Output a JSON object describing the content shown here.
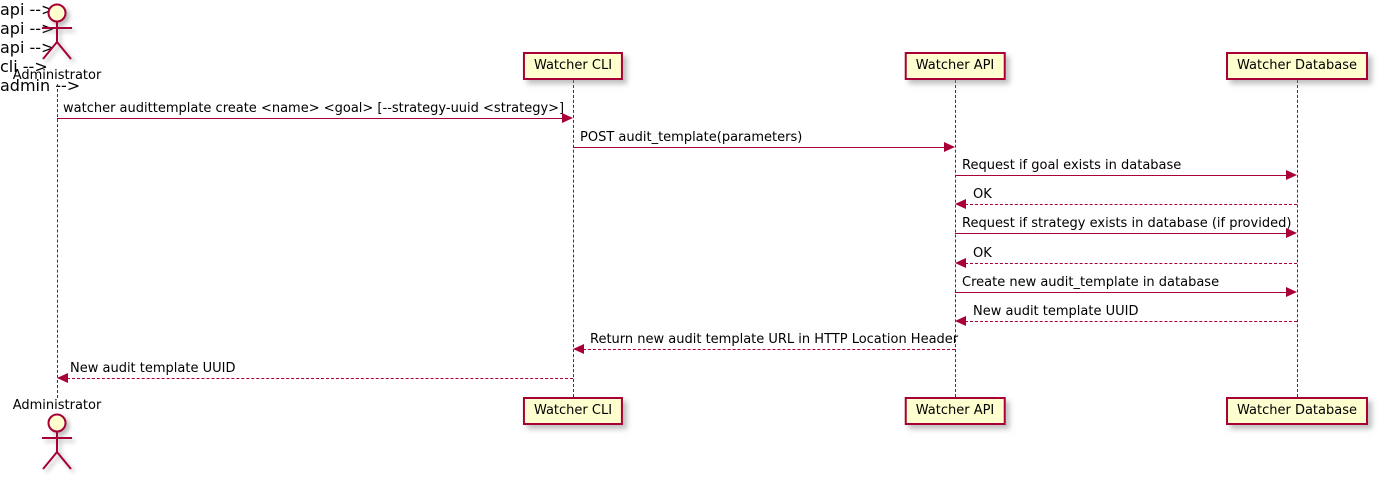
{
  "colors": {
    "line": "#A80036",
    "participant_fill": "#FEFECE",
    "text": "#000000"
  },
  "actor": {
    "label": "Administrator"
  },
  "participants": [
    {
      "label": "Watcher CLI"
    },
    {
      "label": "Watcher API"
    },
    {
      "label": "Watcher Database"
    }
  ],
  "messages": [
    {
      "label": "watcher audittemplate create <name> <goal> [--strategy-uuid <strategy>]",
      "from": "Administrator",
      "to": "Watcher CLI",
      "style": "solid"
    },
    {
      "label": "POST audit_template(parameters)",
      "from": "Watcher CLI",
      "to": "Watcher API",
      "style": "solid"
    },
    {
      "label": "Request if goal exists in database",
      "from": "Watcher API",
      "to": "Watcher Database",
      "style": "solid"
    },
    {
      "label": "OK",
      "from": "Watcher Database",
      "to": "Watcher API",
      "style": "dashed"
    },
    {
      "label": "Request if strategy exists in database (if provided)",
      "from": "Watcher API",
      "to": "Watcher Database",
      "style": "solid"
    },
    {
      "label": "OK",
      "from": "Watcher Database",
      "to": "Watcher API",
      "style": "dashed"
    },
    {
      "label": "Create new audit_template in database",
      "from": "Watcher API",
      "to": "Watcher Database",
      "style": "solid"
    },
    {
      "label": "New audit template UUID",
      "from": "Watcher Database",
      "to": "Watcher API",
      "style": "dashed"
    },
    {
      "label": "Return new audit template URL in HTTP Location Header",
      "from": "Watcher API",
      "to": "Watcher CLI",
      "style": "dashed"
    },
    {
      "label": "New audit template UUID",
      "from": "Watcher CLI",
      "to": "Administrator",
      "style": "dashed"
    }
  ]
}
